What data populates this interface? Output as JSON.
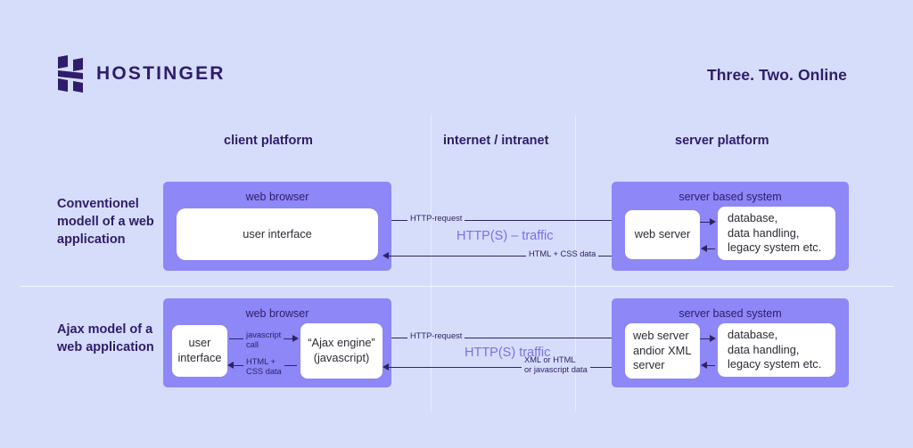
{
  "header": {
    "logo_text": "HOSTINGER",
    "logo_icon": "hostinger-h-mark",
    "tagline": "Three. Two. Online"
  },
  "columns": [
    {
      "label": "client platform"
    },
    {
      "label": "internet / intranet"
    },
    {
      "label": "server platform"
    }
  ],
  "rows": [
    {
      "id": "conventional",
      "label": "Conventionel modell of a web application",
      "client": {
        "panel_title": "web browser",
        "boxes": [
          {
            "name": "user-interface",
            "text": "user interface"
          }
        ]
      },
      "network": {
        "big_label": "HTTP(S) – traffic",
        "top_label": "HTTP-request",
        "bottom_label": "HTML + CSS data"
      },
      "server": {
        "panel_title": "server based system",
        "boxes": [
          {
            "name": "web-server",
            "text": "web server"
          },
          {
            "name": "database",
            "text": "database,\ndata handling,\nlegacy system etc."
          }
        ]
      }
    },
    {
      "id": "ajax",
      "label": "Ajax model of a web application",
      "client": {
        "panel_title": "web browser",
        "boxes": [
          {
            "name": "user-interface",
            "text": "user\ninterface"
          },
          {
            "name": "ajax-engine",
            "text": "“Ajax engine”\n(javascript)"
          }
        ],
        "inner_top_label": "javascript\ncall",
        "inner_bottom_label": "HTML +\nCSS data"
      },
      "network": {
        "big_label": "HTTP(S) traffic",
        "top_label": "HTTP-request",
        "bottom_label": "XML or HTML\nor javascript data"
      },
      "server": {
        "panel_title": "server based system",
        "boxes": [
          {
            "name": "web-server",
            "text": "web server\nandior XML\nserver"
          },
          {
            "name": "database",
            "text": "database,\ndata handling,\nlegacy system etc."
          }
        ]
      }
    }
  ],
  "colors": {
    "background": "#d6ddfb",
    "panel": "#8d87f7",
    "box": "#ffffff",
    "ink": "#2f1c6a",
    "accent_label": "#7a6fe8",
    "connector": "#2f2363"
  }
}
